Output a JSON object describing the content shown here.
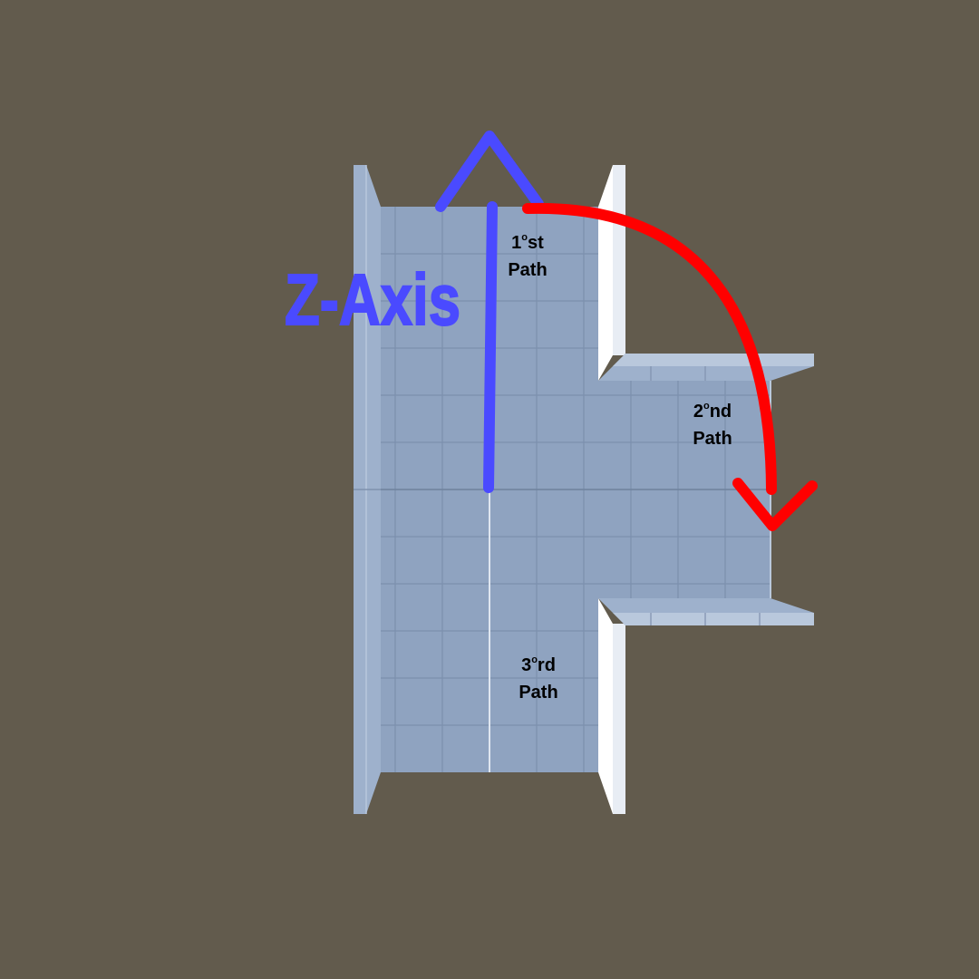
{
  "diagram": {
    "axis_label": "Z-Axis",
    "paths": [
      {
        "ordinal": "1",
        "suffix": "st",
        "word": "Path"
      },
      {
        "ordinal": "2",
        "suffix": "nd",
        "word": "Path"
      },
      {
        "ordinal": "3",
        "suffix": "rd",
        "word": "Path"
      }
    ],
    "colors": {
      "background": "#625b4d",
      "floor": "#8fa3c0",
      "wall_side": "#9eb1cc",
      "wall_light": "#ffffff",
      "axis_arrow": "#4a4aff",
      "turn_arrow": "#ff0000",
      "path_text": "#000000"
    }
  }
}
